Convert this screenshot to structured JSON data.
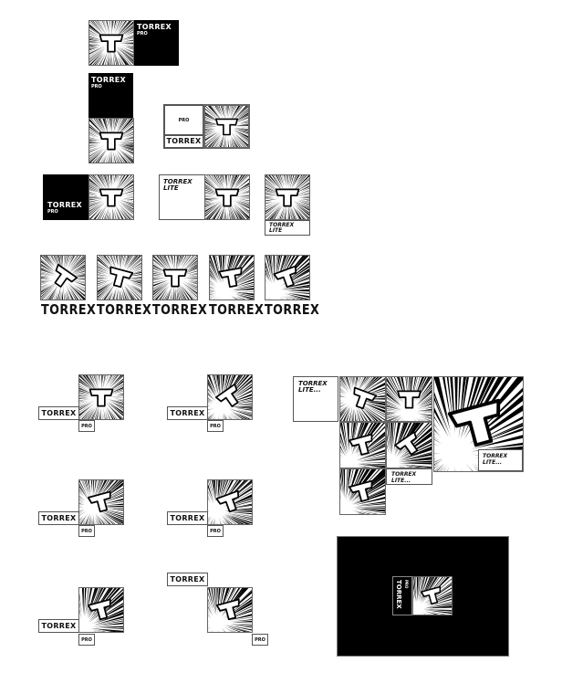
{
  "brand": "TORREX",
  "pro": "PRO",
  "lite": "LITE",
  "lite_dots": "LITE...",
  "colors": {
    "ink": "#000000",
    "paper": "#ffffff"
  }
}
